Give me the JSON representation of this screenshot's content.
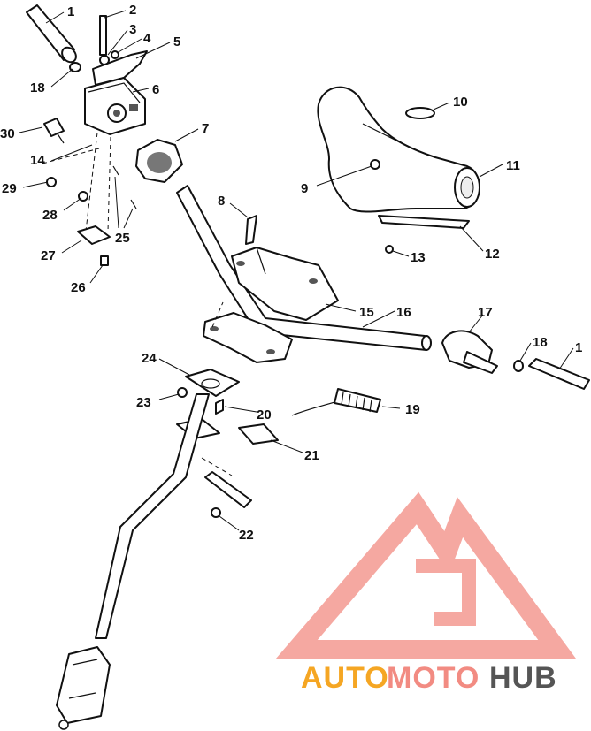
{
  "callouts": [
    {
      "id": "c1a",
      "label": "1"
    },
    {
      "id": "c2",
      "label": "2"
    },
    {
      "id": "c3",
      "label": "3"
    },
    {
      "id": "c4",
      "label": "4"
    },
    {
      "id": "c5",
      "label": "5"
    },
    {
      "id": "c18a",
      "label": "18"
    },
    {
      "id": "c6",
      "label": "6"
    },
    {
      "id": "c30",
      "label": "30"
    },
    {
      "id": "c7",
      "label": "7"
    },
    {
      "id": "c14",
      "label": "14"
    },
    {
      "id": "c29",
      "label": "29"
    },
    {
      "id": "c28",
      "label": "28"
    },
    {
      "id": "c25",
      "label": "25"
    },
    {
      "id": "c27",
      "label": "27"
    },
    {
      "id": "c26",
      "label": "26"
    },
    {
      "id": "c8",
      "label": "8"
    },
    {
      "id": "c10",
      "label": "10"
    },
    {
      "id": "c9",
      "label": "9"
    },
    {
      "id": "c11",
      "label": "11"
    },
    {
      "id": "c13",
      "label": "13"
    },
    {
      "id": "c12",
      "label": "12"
    },
    {
      "id": "c15",
      "label": "15"
    },
    {
      "id": "c16",
      "label": "16"
    },
    {
      "id": "c17",
      "label": "17"
    },
    {
      "id": "c18b",
      "label": "18"
    },
    {
      "id": "c1b",
      "label": "1"
    },
    {
      "id": "c24",
      "label": "24"
    },
    {
      "id": "c23",
      "label": "23"
    },
    {
      "id": "c20",
      "label": "20"
    },
    {
      "id": "c19",
      "label": "19"
    },
    {
      "id": "c21",
      "label": "21"
    },
    {
      "id": "c22",
      "label": "22"
    }
  ],
  "watermark": {
    "part1": "AUTO",
    "part2": "MOTO",
    "part3": "HUB",
    "color1": "#f5a623",
    "color2": "#f28b82",
    "color3": "#555555",
    "logo_color": "#f28b82"
  }
}
